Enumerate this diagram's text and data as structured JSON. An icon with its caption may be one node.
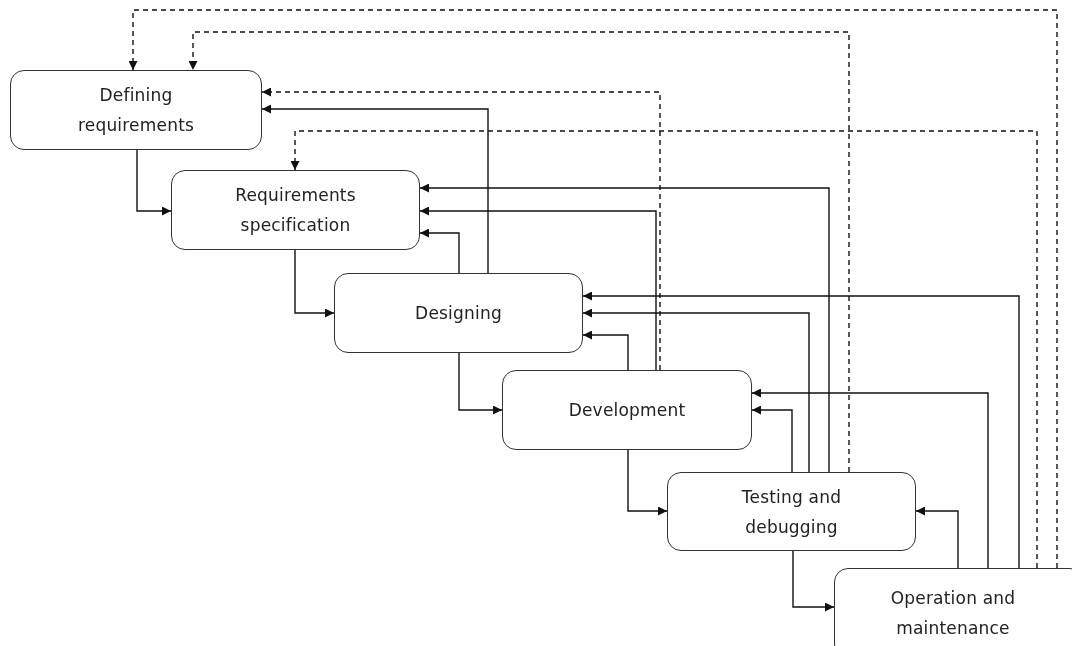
{
  "diagram": {
    "nodes": [
      {
        "text": [
          "Defining requirements"
        ]
      },
      {
        "text": [
          "Requirements specification"
        ]
      },
      {
        "text": [
          "Designing"
        ]
      },
      {
        "text": [
          "Development"
        ]
      },
      {
        "text": [
          "Testing and debugging"
        ]
      },
      {
        "text": [
          "Operation and maintenance"
        ]
      }
    ],
    "edges": [
      {
        "from": 0,
        "to": 1,
        "arrow": "to"
      },
      {
        "from": 1,
        "to": 2,
        "arrow": "to"
      },
      {
        "from": 2,
        "to": 3,
        "arrow": "to"
      },
      {
        "from": 3,
        "to": 4,
        "arrow": "to"
      },
      {
        "from": 4,
        "to": 5,
        "arrow": "to"
      },
      {
        "from": 2,
        "to": 0,
        "arrow": "to"
      },
      {
        "from": 3,
        "to": 0,
        "arrow": "to",
        "style": "dashed"
      },
      {
        "from": 4,
        "to": 0,
        "arrow": "to",
        "style": "dashed"
      },
      {
        "from": 5,
        "to": 0,
        "arrow": "to",
        "style": "dashed"
      },
      {
        "from": 2,
        "to": 1,
        "arrow": "to"
      },
      {
        "from": 3,
        "to": 1,
        "arrow": "to"
      },
      {
        "from": 4,
        "to": 1,
        "arrow": "to"
      },
      {
        "from": 5,
        "to": 1,
        "arrow": "to",
        "style": "dashed"
      },
      {
        "from": 3,
        "to": 2,
        "arrow": "to"
      },
      {
        "from": 4,
        "to": 2,
        "arrow": "to"
      },
      {
        "from": 5,
        "to": 2,
        "arrow": "to"
      },
      {
        "from": 4,
        "to": 3,
        "arrow": "to"
      },
      {
        "from": 5,
        "to": 3,
        "arrow": "to"
      },
      {
        "from": 5,
        "to": 4,
        "arrow": "to"
      }
    ]
  }
}
